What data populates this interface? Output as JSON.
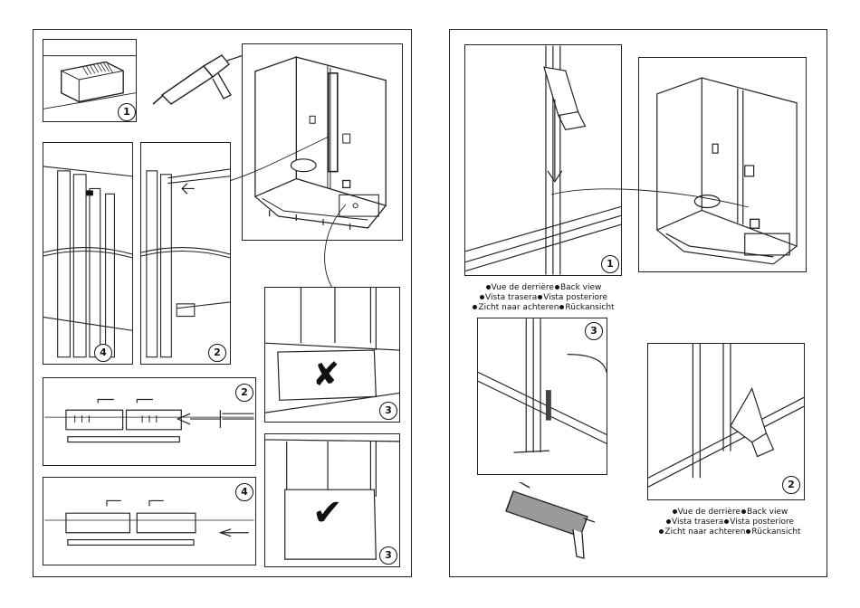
{
  "left_page": {
    "panels": [
      {
        "id": "sealant-detail",
        "step": "1"
      },
      {
        "id": "cabin-overview"
      },
      {
        "id": "profile-joint-left",
        "step": "4"
      },
      {
        "id": "profile-joint-right",
        "step": "2"
      },
      {
        "id": "wrong-fit",
        "step": "3",
        "mark": "✘"
      },
      {
        "id": "profile-section-a",
        "step": "2"
      },
      {
        "id": "profile-section-b",
        "step": "4"
      },
      {
        "id": "correct-fit",
        "step": "3",
        "mark": "✔"
      }
    ]
  },
  "right_page": {
    "panels": [
      {
        "id": "back-view-clip",
        "step": "1"
      },
      {
        "id": "cabin-overview-right"
      },
      {
        "id": "sealant-corner",
        "step": "3"
      },
      {
        "id": "back-view-clip-2",
        "step": "2"
      }
    ],
    "caption_lines": [
      [
        "Vue de derrière",
        "Back view"
      ],
      [
        "Vista trasera",
        "Vista posteriore"
      ],
      [
        "Zicht naar achteren",
        "Rückansicht"
      ]
    ]
  },
  "colors": {
    "line": "#222222",
    "tube": "#9a9a9a",
    "seal": "#444444"
  }
}
